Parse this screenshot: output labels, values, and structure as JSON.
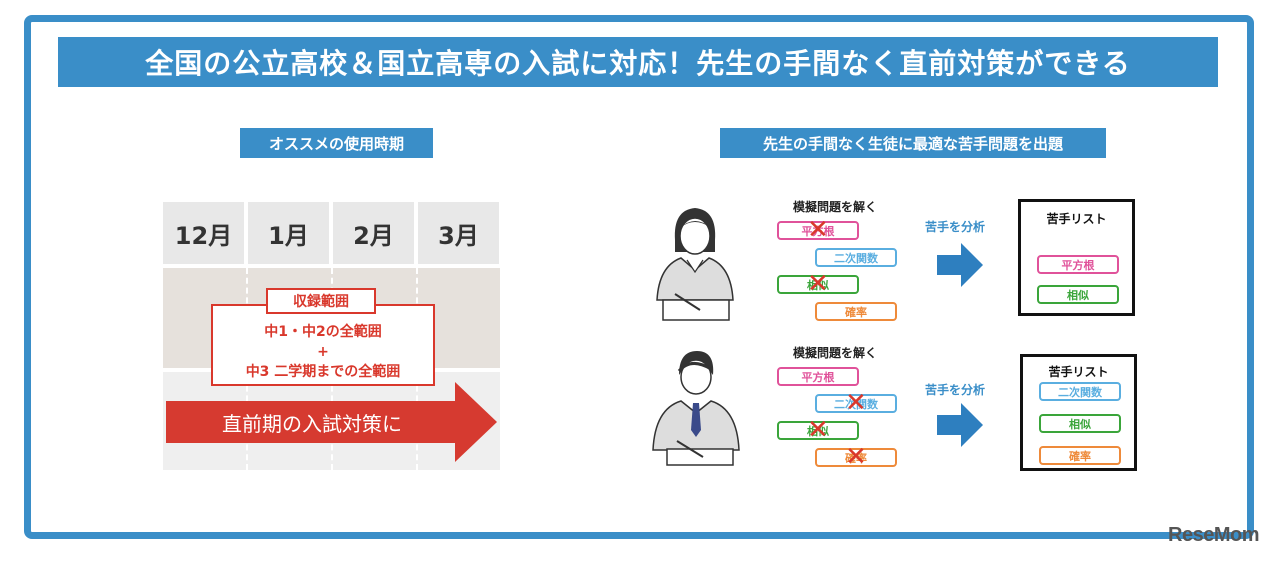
{
  "headline": "全国の公立高校＆国立高専の入試に対応！先生の手間なく直前対策ができる",
  "left": {
    "tag": "オススメの使用時期",
    "months": [
      "12月",
      "1月",
      "2月",
      "3月"
    ],
    "range_label": "収録範囲",
    "range_lines": [
      "中1・中2の全範囲",
      "+",
      "中3 二学期までの全範囲"
    ],
    "arrow_text": "直前期の入試対策に"
  },
  "right": {
    "tag": "先生の手間なく生徒に最適な苦手問題を出題",
    "rows": [
      {
        "task": "模擬問題を解く",
        "subjects": [
          "平方根",
          "二次関数",
          "相似",
          "確率"
        ],
        "analyze": "苦手を分析",
        "list_title": "苦手リスト",
        "list_items": [
          "平方根",
          "相似"
        ]
      },
      {
        "task": "模擬問題を解く",
        "subjects": [
          "平方根",
          "二次関数",
          "相似",
          "確率"
        ],
        "analyze": "苦手を分析",
        "list_title": "苦手リスト",
        "list_items": [
          "二次関数",
          "相似",
          "確率"
        ]
      }
    ]
  },
  "logo": "ReseMom",
  "colors": {
    "accent": "#3a8ec8",
    "red": "#d63a30",
    "pink": "#e0529a",
    "blue": "#5aaee0",
    "green": "#3aa53a",
    "orange": "#ee8a3a"
  }
}
